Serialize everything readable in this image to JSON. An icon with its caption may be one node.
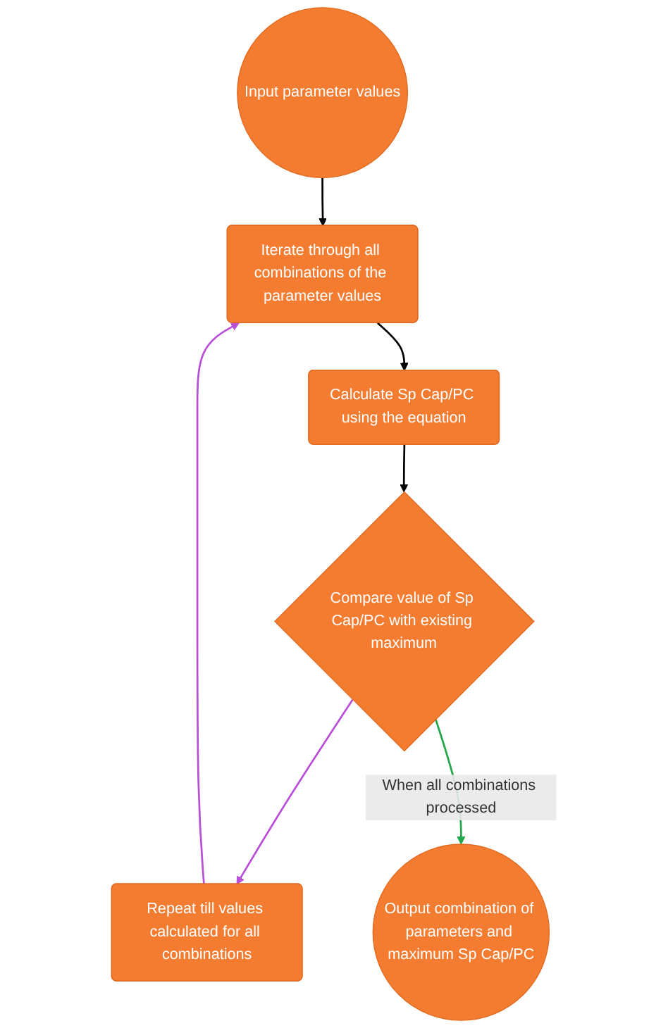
{
  "diagram": {
    "nodes": [
      {
        "text": [
          "Input parameter values"
        ]
      },
      {
        "text": [
          "Iterate through all combinations of the parameter values"
        ]
      },
      {
        "text": [
          "Calculate Sp Cap/PC using the equation"
        ]
      },
      {
        "text": [
          "Compare value of Sp Cap/PC with existing maximum"
        ]
      },
      {
        "text": [
          "Repeat till values calculated for all combinations"
        ]
      },
      {
        "text": [
          "Output combination of parameters and maximum Sp Cap/PC"
        ]
      }
    ],
    "edges": [
      {
        "from": 0,
        "to": 1,
        "arrow": "to"
      },
      {
        "from": 1,
        "to": 2,
        "arrow": "to"
      },
      {
        "from": 2,
        "to": 3,
        "arrow": "to"
      },
      {
        "from": 3,
        "to": 4,
        "arrow": "to",
        "color": "#b84fd6"
      },
      {
        "from": 4,
        "to": 1,
        "arrow": "to",
        "color": "#b84fd6"
      },
      {
        "from": 3,
        "to": 5,
        "arrow": "to",
        "label": "When all combinations processed",
        "color": "#22a84a"
      }
    ]
  }
}
